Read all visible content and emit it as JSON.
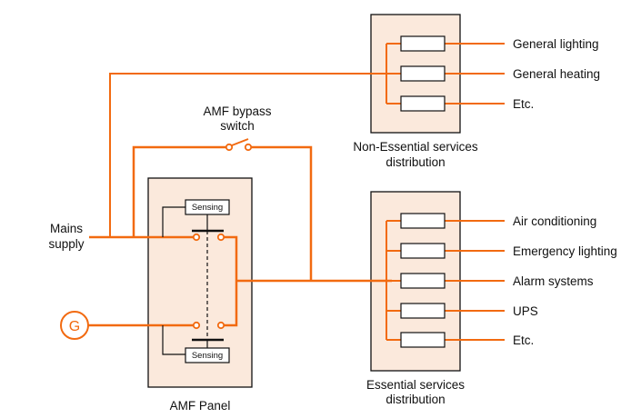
{
  "diagram": {
    "colors": {
      "wire": "#f26a10",
      "panel_fill": "#fbe9dc",
      "outline": "#111111"
    },
    "mains_supply": {
      "line1": "Mains",
      "line2": "supply"
    },
    "generator": {
      "symbol": "G"
    },
    "bypass_switch": {
      "line1": "AMF bypass",
      "line2": "switch"
    },
    "amf_panel": {
      "label": "AMF Panel",
      "sensing_top": "Sensing",
      "sensing_bottom": "Sensing"
    },
    "non_essential": {
      "line1": "Non-Essential services",
      "line2": "distribution",
      "circuits": [
        "General lighting",
        "General heating",
        "Etc."
      ]
    },
    "essential": {
      "line1": "Essential services",
      "line2": "distribution",
      "circuits": [
        "Air conditioning",
        "Emergency lighting",
        "Alarm systems",
        "UPS",
        "Etc."
      ]
    }
  }
}
